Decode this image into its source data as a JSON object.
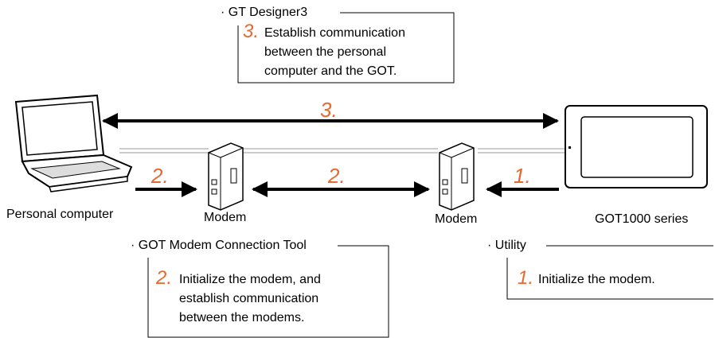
{
  "colors": {
    "step_number": "#e8692d",
    "line": "#000000",
    "cable": "#999999"
  },
  "devices": {
    "pc_label": "Personal computer",
    "modem_left_label": "Modem",
    "modem_right_label": "Modem",
    "got_label": "GOT1000 series"
  },
  "arrows": {
    "top_step": "3.",
    "pc_modem_step": "2.",
    "modem_modem_step": "2.",
    "got_modem_step": "1."
  },
  "boxes": {
    "gt_designer": {
      "title": "GT Designer3",
      "step": "3.",
      "line1": "Establish communication",
      "line2": "between the personal",
      "line3": "computer and the GOT."
    },
    "modem_tool": {
      "title": "GOT Modem Connection Tool",
      "step": "2.",
      "line1": "Initialize the modem, and",
      "line2": "establish communication",
      "line3": "between the modems."
    },
    "utility": {
      "title": "Utility",
      "step": "1.",
      "line1": "Initialize the modem."
    }
  },
  "bullet": "·"
}
